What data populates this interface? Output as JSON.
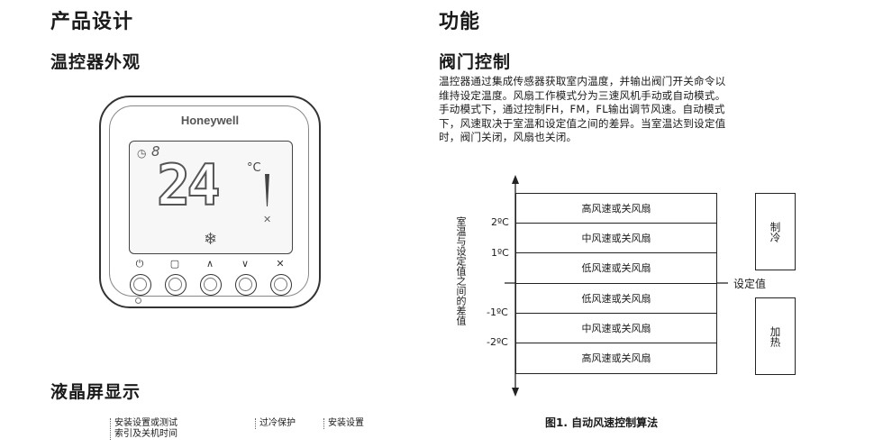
{
  "left": {
    "title": "产品设计",
    "subtitle": "温控器外观",
    "lcd_title": "液晶屏显示",
    "lcd_notes": [
      "安装设置或测试",
      "索引及关机时间",
      "过冷保护",
      "安装设置"
    ]
  },
  "device": {
    "brand": "Honeywell",
    "temperature": "24",
    "unit": "°C",
    "timer_digit": "8",
    "button_icons": [
      "power-icon",
      "mode-icon",
      "up-icon",
      "down-icon",
      "fan-icon"
    ],
    "button_glyphs": [
      "⏻",
      "▢",
      "∧",
      "∨",
      "✕"
    ]
  },
  "right": {
    "title": "功能",
    "subtitle": "阀门控制",
    "paragraph": [
      "温控器通过集成传感器获取室内温度，并输出阀门开关命令以",
      "维持设定温度。风扇工作模式分为三速风机手动或自动模式。",
      "手动模式下，通过控制FH，FM，FL输出调节风速。自动模式",
      "下，风速取决于室温和设定值之间的差异。当室温达到设定值",
      "时，阀门关闭，风扇也关闭。"
    ]
  },
  "diagram": {
    "y_axis_label": "室温与设定值之间的差值",
    "tick_labels": [
      "2ºC",
      "1ºC",
      "-1ºC",
      "-2ºC"
    ],
    "rows": [
      "高风速或关风扇",
      "中风速或关风扇",
      "低风速或关风扇",
      "低风速或关风扇",
      "中风速或关风扇",
      "高风速或关风扇"
    ],
    "setpoint_label": "设定值",
    "cooling_label": "制冷",
    "heating_label": "加热",
    "caption": "图1. 自动风速控制算法"
  }
}
